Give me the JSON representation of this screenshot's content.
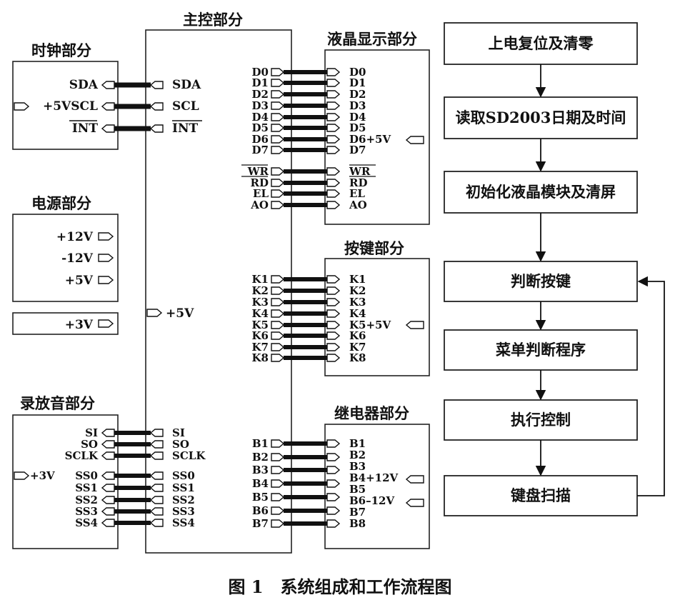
{
  "blocks": {
    "clock": {
      "title": "时钟部分",
      "pins": [
        "SDA",
        "+5VSCL",
        "INT"
      ]
    },
    "main": {
      "title": "主控部分",
      "clock_pins": [
        "SDA",
        "SCL",
        "INT"
      ],
      "power_label": "+5V",
      "lcd_pins": [
        "D0",
        "D1",
        "D2",
        "D3",
        "D4",
        "D5",
        "D6",
        "D7",
        "WR",
        "RD",
        "EL",
        "AO"
      ],
      "key_pins": [
        "K1",
        "K2",
        "K3",
        "K4",
        "K5",
        "K6",
        "K7",
        "K8"
      ],
      "relay_pins": [
        "B1",
        "B2",
        "B3",
        "B4",
        "B5",
        "B6",
        "B7"
      ],
      "rec_pins": [
        "SI",
        "SO",
        "SCLK",
        "SS0",
        "SS1",
        "SS2",
        "SS3",
        "SS4"
      ]
    },
    "power": {
      "title": "电源部分",
      "outputs": [
        "+12V",
        "-12V",
        "+5V"
      ],
      "aux": "+3V"
    },
    "recorder": {
      "title": "录放音部分",
      "pins": [
        "SI",
        "SO",
        "SCLK",
        "SS0",
        "SS1",
        "SS2",
        "SS3",
        "SS4"
      ],
      "supply": "+3V"
    },
    "lcd": {
      "title": "液晶显示部分",
      "pins": [
        "D0",
        "D1",
        "D2",
        "D3",
        "D4",
        "D5",
        "D6+5V",
        "D7",
        "WR",
        "RD",
        "EL",
        "AO"
      ]
    },
    "keys": {
      "title": "按键部分",
      "pins": [
        "K1",
        "K2",
        "K3",
        "K4",
        "K5+5V",
        "K6",
        "K7",
        "K8"
      ]
    },
    "relay": {
      "title": "继电器部分",
      "pins": [
        "B1",
        "B2",
        "B3",
        "B4+12V",
        "B5",
        "B6-12V",
        "B7",
        "B8"
      ]
    }
  },
  "flowchart": {
    "steps": [
      "上电复位及清零",
      "读取SD2003日期及时间",
      "初始化液晶模块及清屏",
      "判断按键",
      "菜单判断程序",
      "执行控制",
      "键盘扫描"
    ]
  },
  "caption": "图 1　系统组成和工作流程图"
}
